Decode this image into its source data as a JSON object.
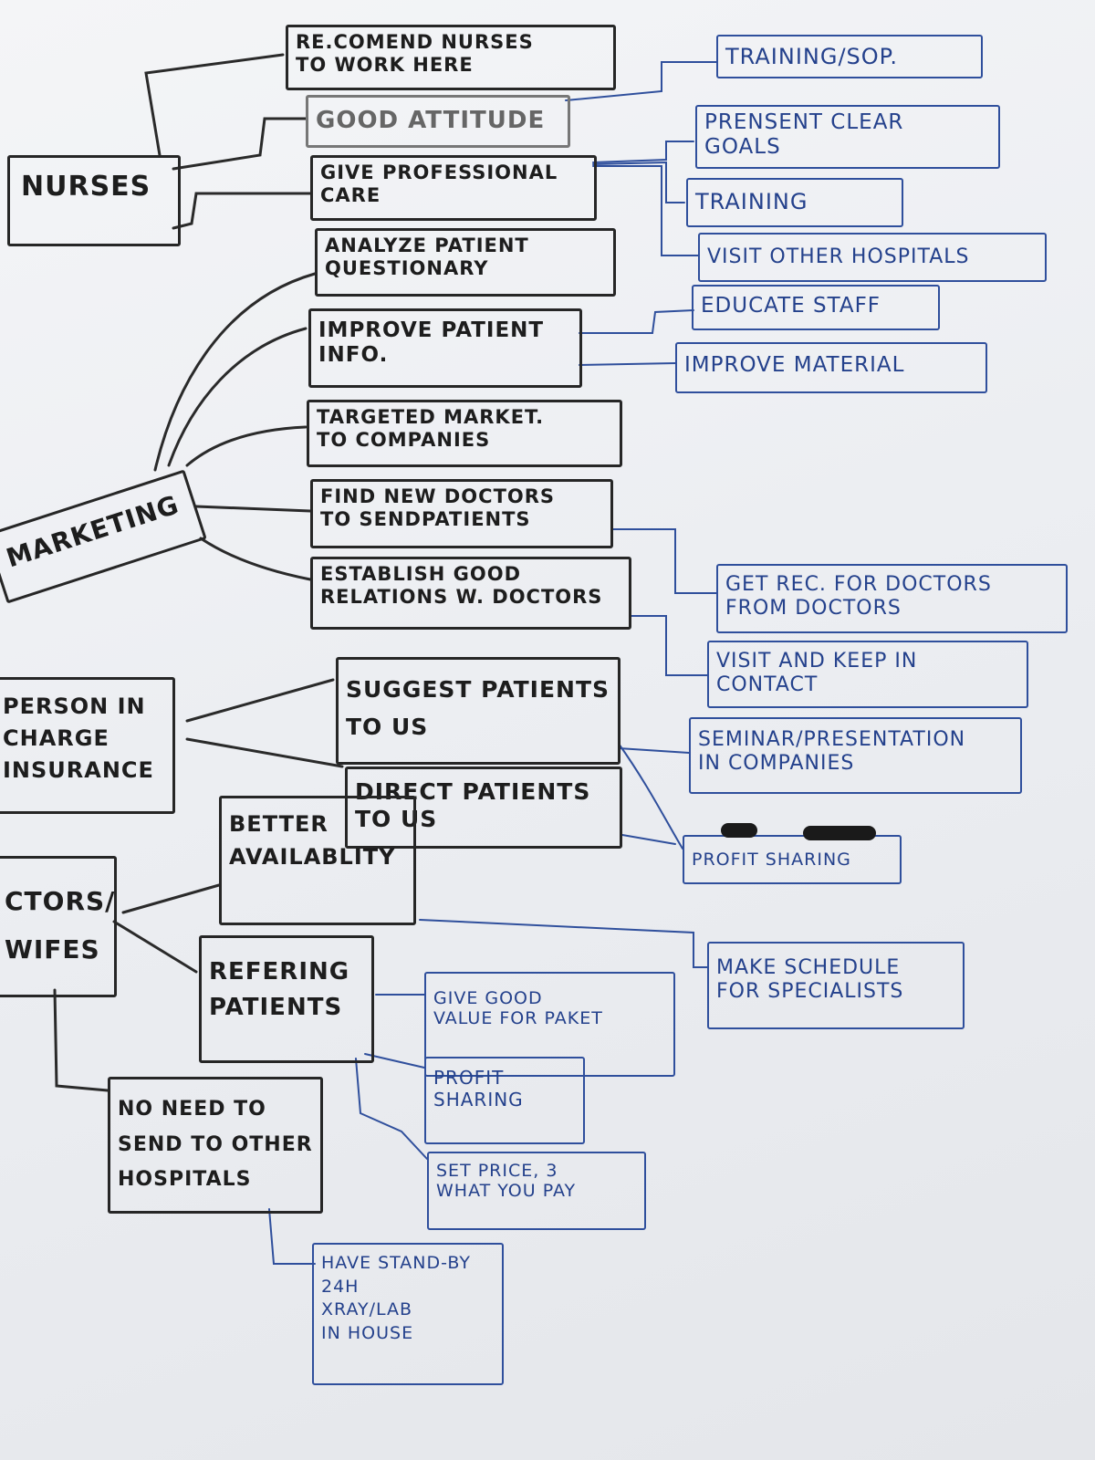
{
  "nodes": {
    "recommend_nurses": "Re.comend Nurses\nto work here",
    "good_attitude": "Good Attitude",
    "professional_care": "Give Professional\ncare",
    "nurses": "Nurses",
    "analyze_questionary": "Analyze Patient\nQuestionary",
    "improve_patient_info": "Improve Patient\nInfo.",
    "targeted_market": "Targeted Market.\nto companies",
    "find_new_doctors": "Find New Doctors\nto sendpatients",
    "establish_relations": "Establish Good\nRelations w. Doctors",
    "marketing": "Marketing",
    "person_in_charge": "Person in\ncharge\ninsurance",
    "suggest_patients": "Suggest Patients\nto us",
    "direct_patients": "Direct Patients\nto us",
    "better_availability": "Better\nAvailablity",
    "doctors_midwifes": "ctors/\nwifes",
    "refering_patients": "Refering\nPatients",
    "no_need_to_send": "No need to\nsend to other\nhospitals",
    "training_sop": "Training/SOP.",
    "present_clear_goals": "Prensent clear\ngoals",
    "training": "Training",
    "visit_other_hospitals": "Visit other Hospitals",
    "educate_staff": "Educate Staff",
    "improve_material": "Improve Material",
    "get_rec_doctors": "Get Rec. for Doctors\nfrom Doctors",
    "visit_keep_contact": "Visit and keep in\ncontact",
    "seminar_presentation": "Seminar/Presentation\nin companies",
    "profit_sharing_top": "Profit Sharing",
    "make_schedule": "Make schedule\nfor specialists",
    "give_good_value": "Give good\nvalue for paket",
    "profit_sharing_bottom": "Profit\nSharing",
    "set_price": "Set price, 3\nwhat you pay",
    "have_standby": "Have stand-by\n24h\nXray/Lab\nin house"
  },
  "colors": {
    "black_marker": "#262626",
    "blue_marker": "#2f4f9c",
    "board": "#eef0f3"
  }
}
